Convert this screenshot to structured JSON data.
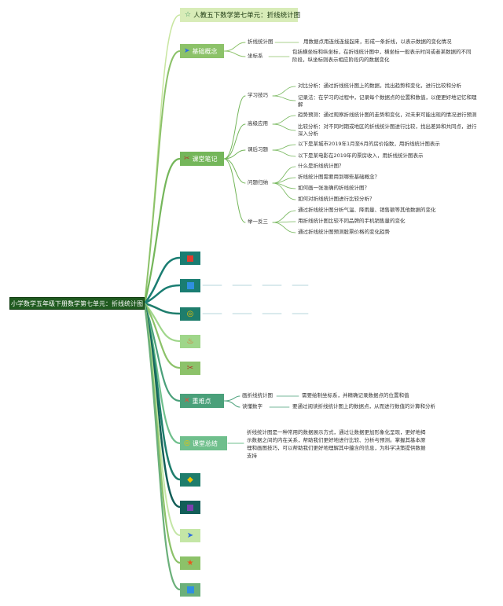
{
  "root": {
    "label": "小学数学五年级下册数学第七单元：折线统计图"
  },
  "topic": {
    "label": "人教五下数学第七单元：折线统计图",
    "icon": "star-outline-icon"
  },
  "basic": {
    "label": "基础概念",
    "icon": "paper-plane-icon",
    "items": [
      {
        "label": "折线统计图",
        "desc": "用数据点用连线连接起来，形成一条折线，以表示数据的变化情况"
      },
      {
        "label": "坐标系",
        "desc1": "包括横坐标和纵坐标，在折线统计图中，横坐标一般表示时间或者某数据的不同",
        "desc2": "阶段，纵坐标则表示相应阶段内的数据变化"
      }
    ]
  },
  "notes": {
    "label": "课堂笔记",
    "icon": "tools-icon",
    "groups": [
      {
        "label": "学习技巧",
        "items": [
          "对比分析：通过折线统计图上的数据，找出趋势和变化，进行比较和分析",
          "记录法：在学习的过程中，记录每个数据点的位置和数值，以便更好地记忆和理",
          "解"
        ]
      },
      {
        "label": "高级应用",
        "items": [
          "趋势预测：通过观察折线统计图的走势和变化，对未来可能出现的情况进行预测",
          "比较分析：对不同时期或地区的折线统计图进行比较，找出差异和共同点，进行",
          "深入分析"
        ]
      },
      {
        "label": "课后习题",
        "items": [
          "以下是某城市2019年1月至6月的房价指数，用折线统计图表示",
          "以下是某电影在2019年的票房收入，用折线统计图表示"
        ]
      },
      {
        "label": "问题归纳",
        "items": [
          "什么是折线统计图？",
          "折线统计图需要用到哪些基础概念？",
          "如何画一张准确的折线统计图？",
          "如何对折线统计图进行比较分析？"
        ]
      },
      {
        "label": "举一反三",
        "items": [
          "通过折线统计图分析气温、降雨量、销售额等其他数据的变化",
          "用折线统计图比较不同品牌的手机销售量的变化",
          "通过折线统计图预测股票价格的变化趋势"
        ]
      }
    ]
  },
  "keypoints": {
    "label": "重难点",
    "icon": "xmind-logo-icon",
    "items": [
      {
        "label": "画折线统计图",
        "desc": "需要绘制坐标系，并精确记录数据点的位置和值"
      },
      {
        "label": "读懂数字",
        "desc": "要通过阅读折线统计图上的数据点，从而进行数值的计算和分析"
      }
    ]
  },
  "summary": {
    "label": "课堂总结",
    "icon": "target-icon",
    "lines": [
      "折线统计图是一种常用的数据展示方式，通过让数据更加形象化呈现，更好地揭",
      "示数据之间的内在关系，帮助我们更好地进行比较、分析与预测。掌握其基本原",
      "理和画图技巧，可以帮助我们更好地理解其中蕴含的信息，为科学决策提供数据",
      "支持"
    ]
  },
  "empty_branches": [
    {
      "icon": "red-square-icon",
      "color": "#1a7d72"
    },
    {
      "icon": "blue-square-icon",
      "color": "#1a7d72"
    },
    {
      "icon": "target-icon",
      "color": "#1e7d6c"
    },
    {
      "icon": "fire-icon",
      "color": "#9fd68a"
    },
    {
      "icon": "tools-icon",
      "color": "#8cc269"
    },
    {
      "icon": "gem-icon",
      "color": "#1e7d6c"
    },
    {
      "icon": "purple-square-icon",
      "color": "#135e58"
    },
    {
      "icon": "paper-plane-icon",
      "color": "#c4e6a6"
    },
    {
      "icon": "star-icon",
      "color": "#8cc269"
    },
    {
      "icon": "blue-square-icon",
      "color": "#6bb07a"
    }
  ]
}
